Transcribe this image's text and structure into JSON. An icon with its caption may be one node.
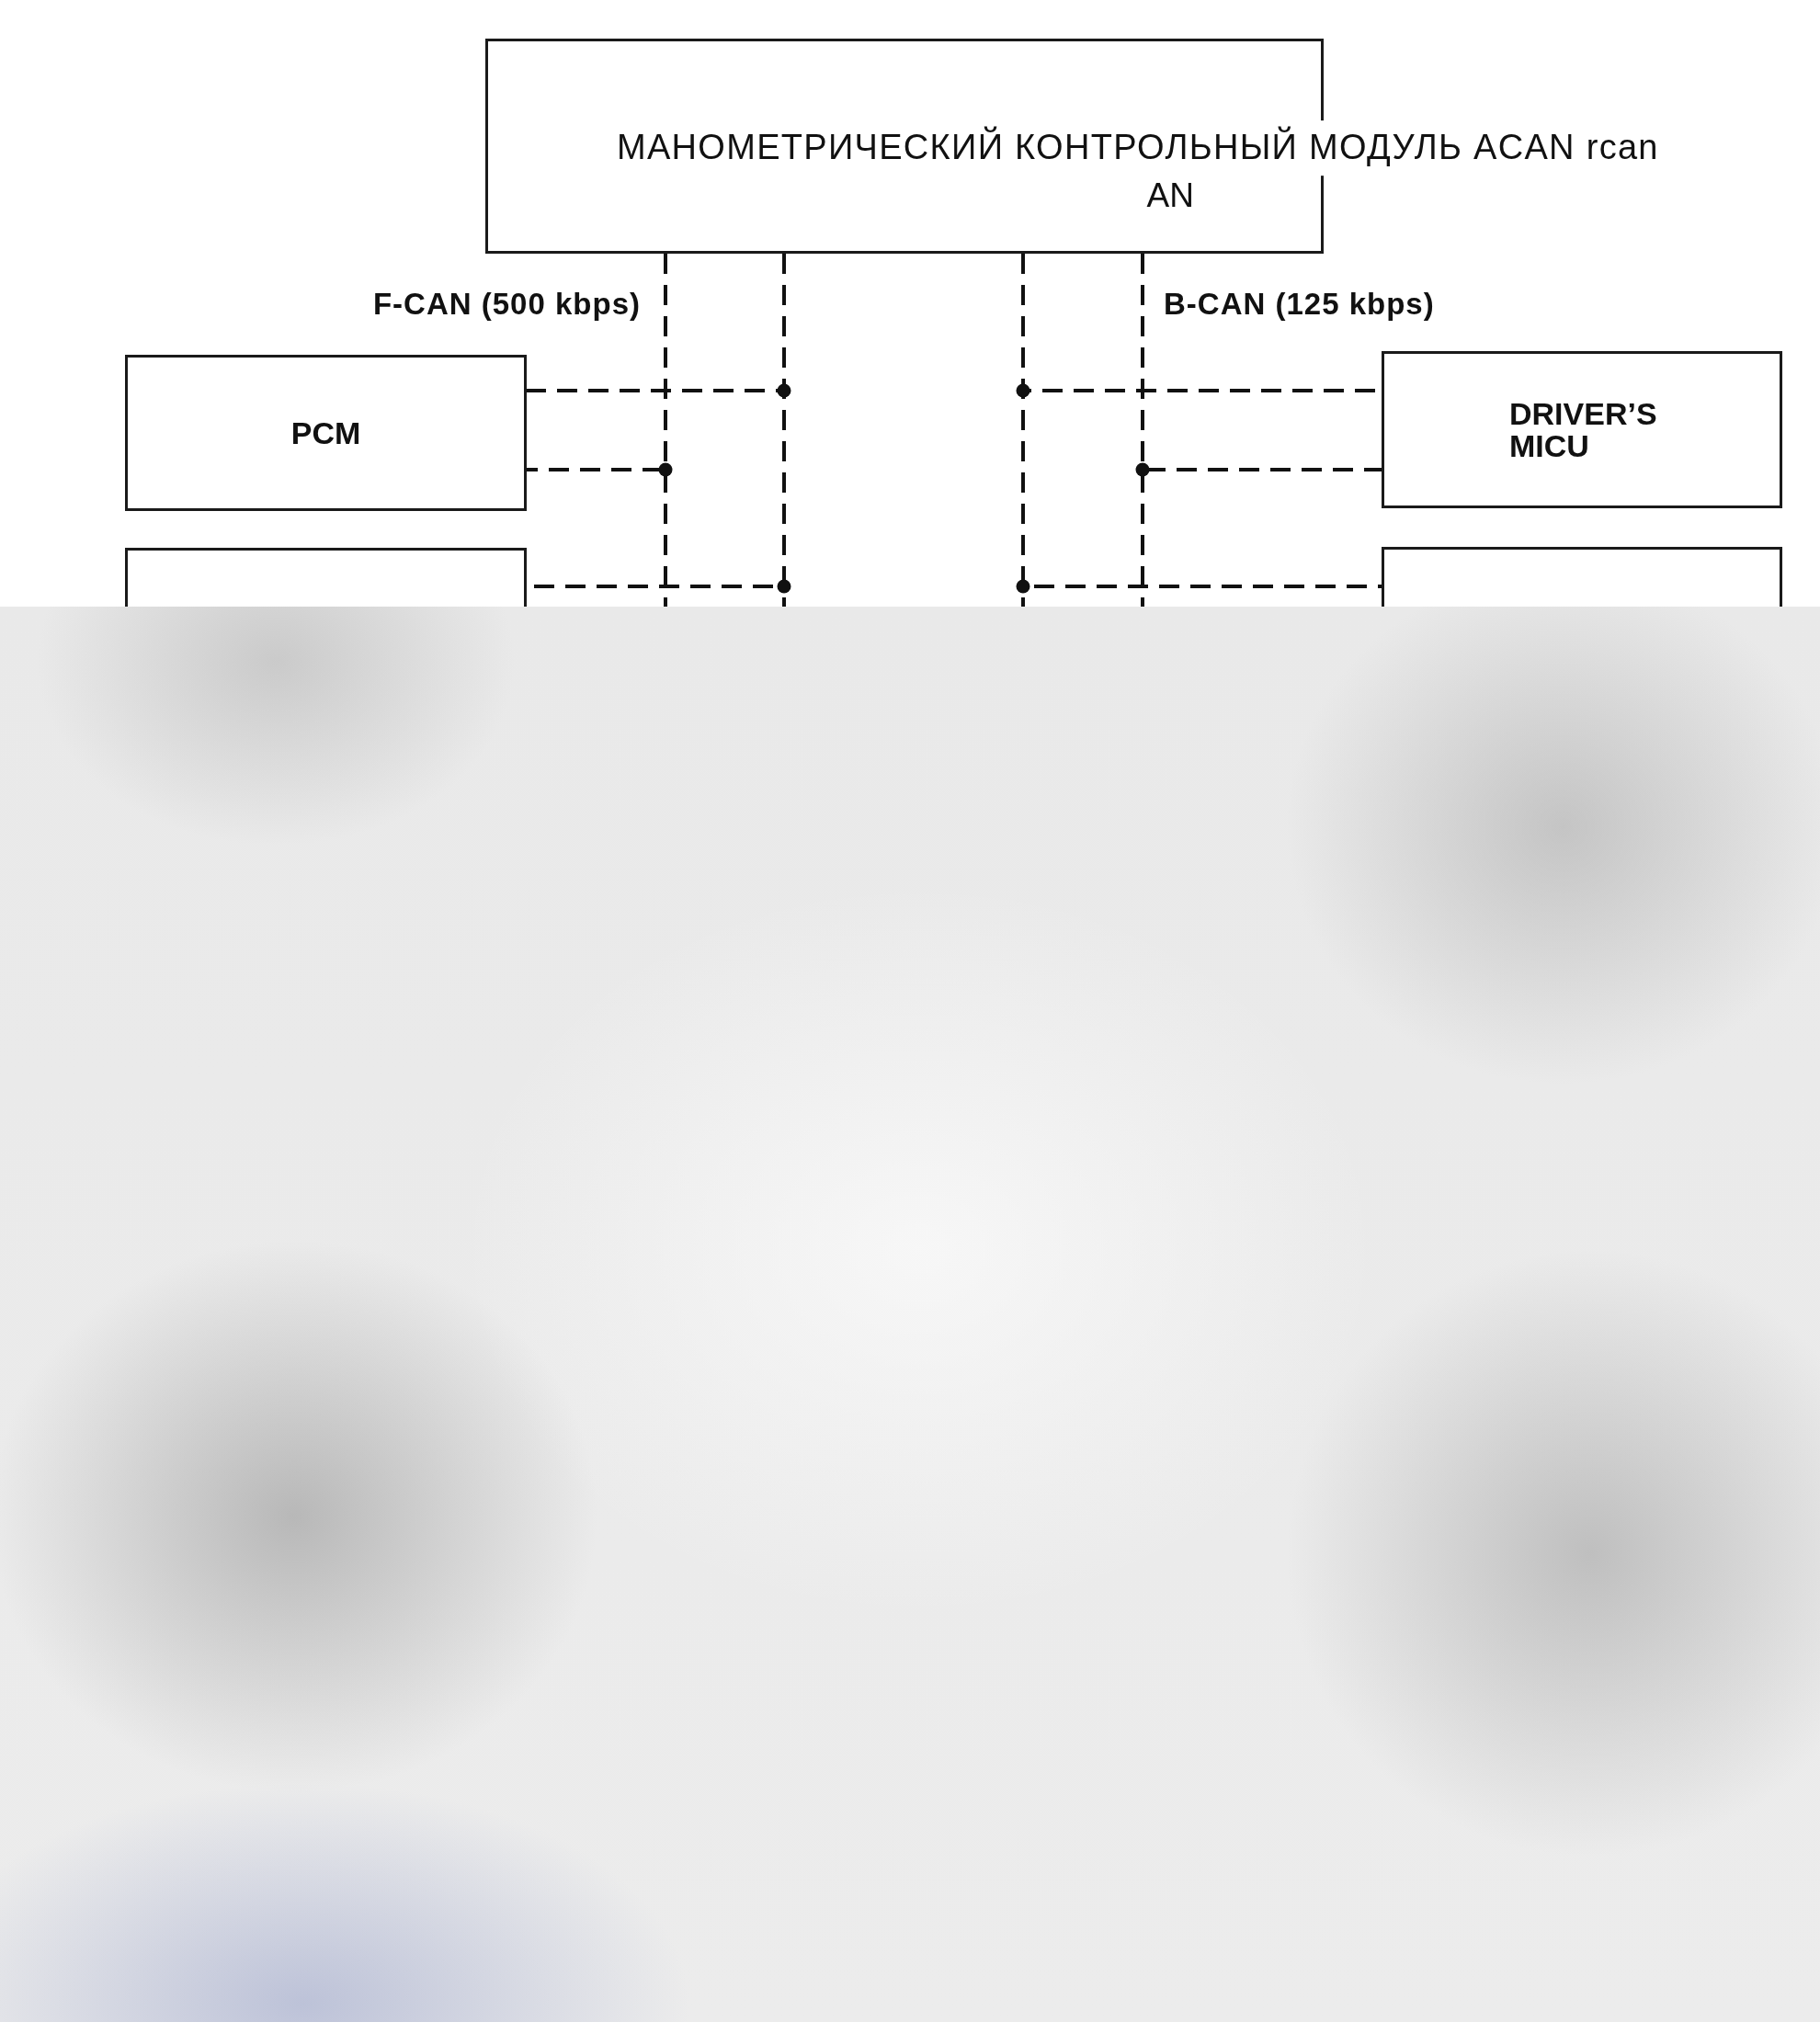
{
  "diagram": {
    "nodes": [
      {
        "text": [
          "МАНОМЕТРИЧЕСКИЙ КОНТРОЛЬНЫЙ МОДУЛЬ ACAN rcan",
          "AN"
        ]
      },
      {
        "text": [
          "PCM"
        ]
      },
      {
        "text": [],
        "shape": "box"
      },
      {
        "text": [
          "DRIVER’S MICU"
        ]
      },
      {
        "text": [],
        "shape": "box"
      }
    ],
    "edges": [
      {
        "from": 0,
        "to": 1,
        "arrow": "none",
        "style": "dashed"
      },
      {
        "from": 0,
        "to": 1,
        "arrow": "none",
        "style": "dashed"
      },
      {
        "from": 0,
        "to": 2,
        "arrow": "none",
        "style": "dashed"
      },
      {
        "from": 0,
        "to": 3,
        "arrow": "none",
        "style": "dashed"
      },
      {
        "from": 0,
        "to": 3,
        "arrow": "none",
        "style": "dashed"
      },
      {
        "from": 0,
        "to": 4,
        "arrow": "none",
        "style": "dashed"
      }
    ],
    "labels": [
      "F-CAN (500 kbps)",
      "B-CAN (125 kbps)"
    ]
  }
}
